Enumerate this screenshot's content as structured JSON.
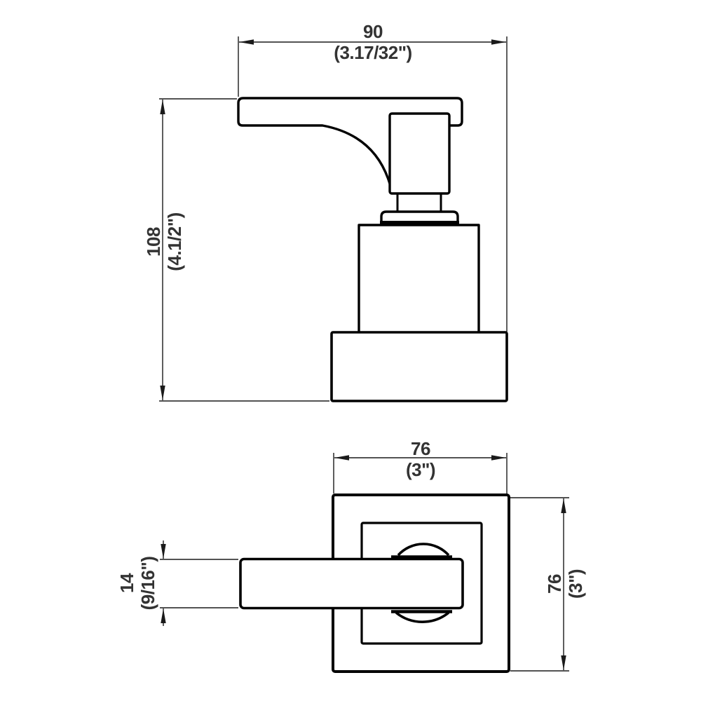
{
  "colors": {
    "background": "#ffffff",
    "part_line": "#000000",
    "dimension_line": "#1a1a1a",
    "text": "#333333"
  },
  "dimensions": {
    "handle_width": {
      "mm": "90",
      "inches": "(3.17/32\")"
    },
    "overall_height": {
      "mm": "108",
      "inches": "(4.1/2\")"
    },
    "plate_width": {
      "mm": "76",
      "inches": "(3\")"
    },
    "plate_height": {
      "mm": "76",
      "inches": "(3\")"
    },
    "lever_thickness": {
      "mm": "14",
      "inches": "(9/16\")"
    }
  }
}
